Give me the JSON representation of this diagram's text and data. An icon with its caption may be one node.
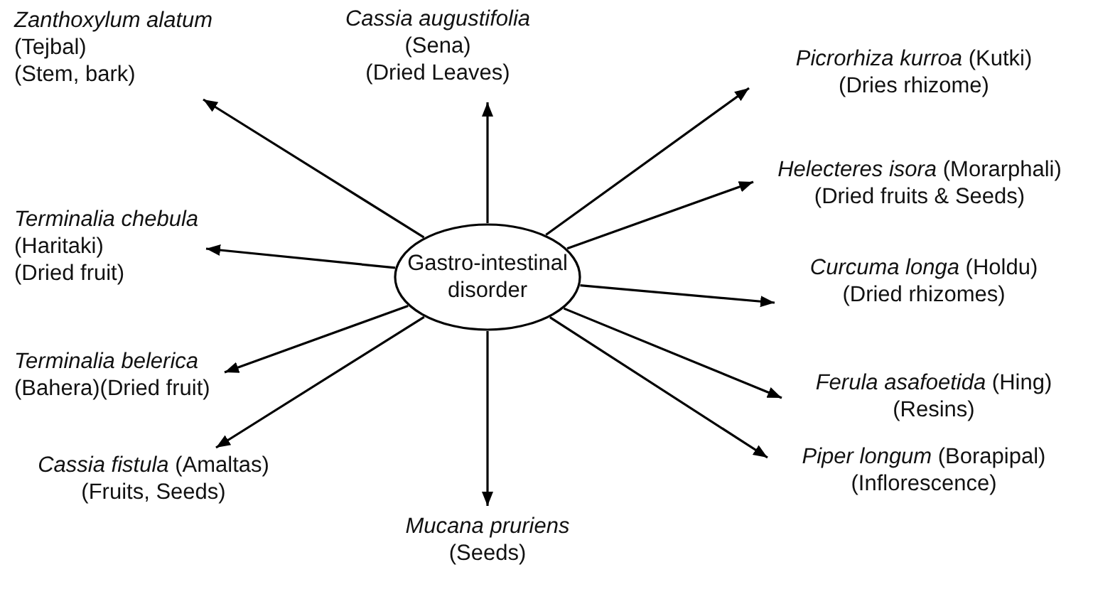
{
  "diagram": {
    "nodes": [
      {
        "text": [
          "Gastro-intestinal disorder"
        ]
      },
      {
        "text": [
          "*Zanthoxylum alatum* (Tejbal)",
          "(Stem, bark)"
        ]
      },
      {
        "text": [
          "*Cassia augustifolia* (Sena)",
          "(Dried Leaves)"
        ]
      },
      {
        "text": [
          "*Picrorhiza kurroa* (Kutki)",
          "(Dries rhizome)"
        ]
      },
      {
        "text": [
          "*Helecteres isora* (Morarphali)",
          "(Dried fruits & Seeds)"
        ]
      },
      {
        "text": [
          "*Terminalia chebula* (Haritaki)",
          "(Dried fruit)"
        ]
      },
      {
        "text": [
          "*Curcuma longa* (Holdu)",
          "(Dried rhizomes)"
        ]
      },
      {
        "text": [
          "*Terminalia belerica* (Bahera)(Dried fruit)"
        ]
      },
      {
        "text": [
          "*Ferula asafoetida* (Hing)",
          "(Resins)"
        ]
      },
      {
        "text": [
          "*Cassia fistula* (Amaltas)",
          "(Fruits, Seeds)"
        ]
      },
      {
        "text": [
          "*Piper longum* (Borapipal)",
          "(Inflorescence)"
        ]
      },
      {
        "text": [
          "*Mucana pruriens* (Seeds)"
        ]
      }
    ],
    "edges": [
      {
        "from": 0,
        "to": 1,
        "arrow": "to"
      },
      {
        "from": 0,
        "to": 2,
        "arrow": "to"
      },
      {
        "from": 0,
        "to": 3,
        "arrow": "to"
      },
      {
        "from": 0,
        "to": 4,
        "arrow": "to"
      },
      {
        "from": 0,
        "to": 5,
        "arrow": "to"
      },
      {
        "from": 0,
        "to": 6,
        "arrow": "to"
      },
      {
        "from": 0,
        "to": 7,
        "arrow": "to"
      },
      {
        "from": 0,
        "to": 8,
        "arrow": "to"
      },
      {
        "from": 0,
        "to": 9,
        "arrow": "to"
      },
      {
        "from": 0,
        "to": 10,
        "arrow": "to"
      },
      {
        "from": 0,
        "to": 11,
        "arrow": "to"
      }
    ]
  }
}
